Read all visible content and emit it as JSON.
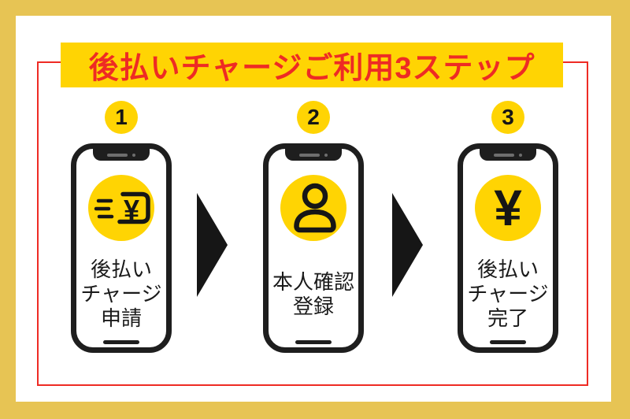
{
  "banner": {
    "title": "後払いチャージご利用3ステップ"
  },
  "steps": [
    {
      "number": "1",
      "icon": "postpaid-charge-apply-icon",
      "yen_symbol": "¥",
      "lines": [
        "後払い",
        "チャージ",
        "申請"
      ]
    },
    {
      "number": "2",
      "icon": "identity-person-icon",
      "lines": [
        "本人確認",
        "登録"
      ]
    },
    {
      "number": "3",
      "icon": "charge-complete-yen-icon",
      "yen_symbol": "¥",
      "lines": [
        "後払い",
        "チャージ",
        "完了"
      ]
    }
  ],
  "colors": {
    "frame_gold": "#E7C454",
    "accent_yellow": "#FFD403",
    "red": "#EE2B24",
    "ink": "#1E1E1E"
  }
}
